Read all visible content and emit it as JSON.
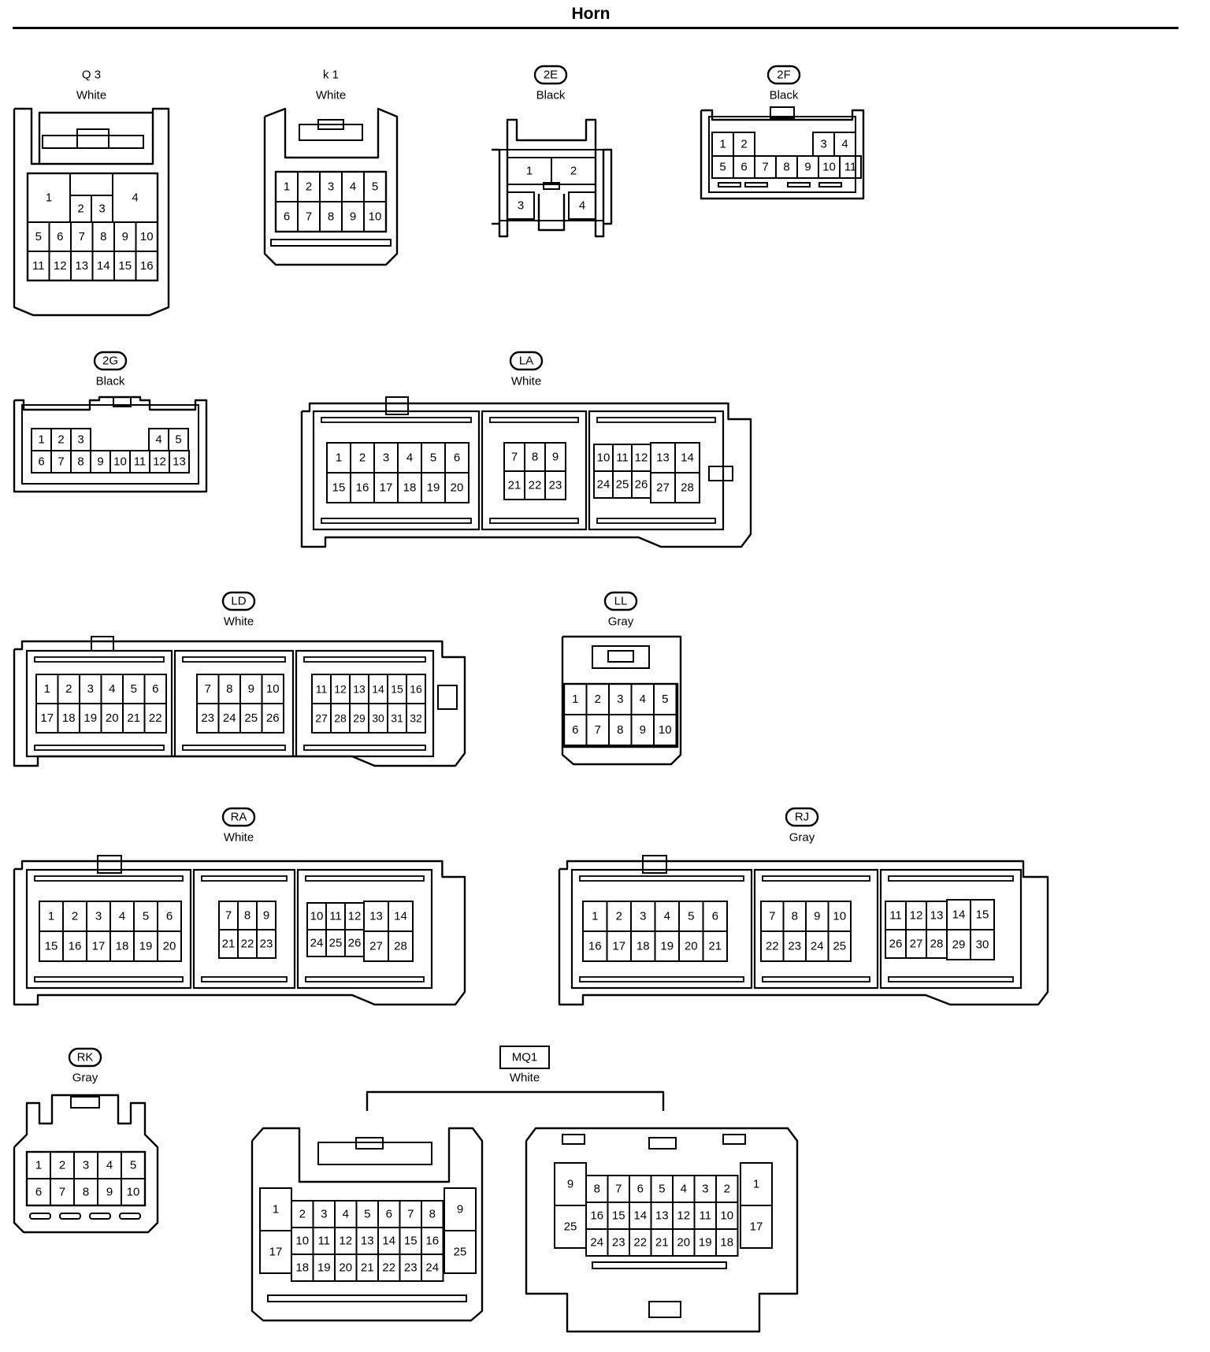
{
  "title": "Horn",
  "connectors": [
    {
      "id": "Q3",
      "code": "Q 3",
      "color": "White",
      "badge": "plain"
    },
    {
      "id": "K1",
      "code": "k 1",
      "color": "White",
      "badge": "plain"
    },
    {
      "id": "2E",
      "code": "2E",
      "color": "Black",
      "badge": "oval"
    },
    {
      "id": "2F",
      "code": "2F",
      "color": "Black",
      "badge": "oval"
    },
    {
      "id": "2G",
      "code": "2G",
      "color": "Black",
      "badge": "oval"
    },
    {
      "id": "LA",
      "code": "LA",
      "color": "White",
      "badge": "oval"
    },
    {
      "id": "LD",
      "code": "LD",
      "color": "White",
      "badge": "oval"
    },
    {
      "id": "LL",
      "code": "LL",
      "color": "Gray",
      "badge": "oval"
    },
    {
      "id": "RA",
      "code": "RA",
      "color": "White",
      "badge": "oval"
    },
    {
      "id": "RJ",
      "code": "RJ",
      "color": "Gray",
      "badge": "oval"
    },
    {
      "id": "RK",
      "code": "RK",
      "color": "Gray",
      "badge": "oval"
    },
    {
      "id": "MQ1",
      "code": "MQ1",
      "color": "White",
      "badge": "box"
    }
  ]
}
